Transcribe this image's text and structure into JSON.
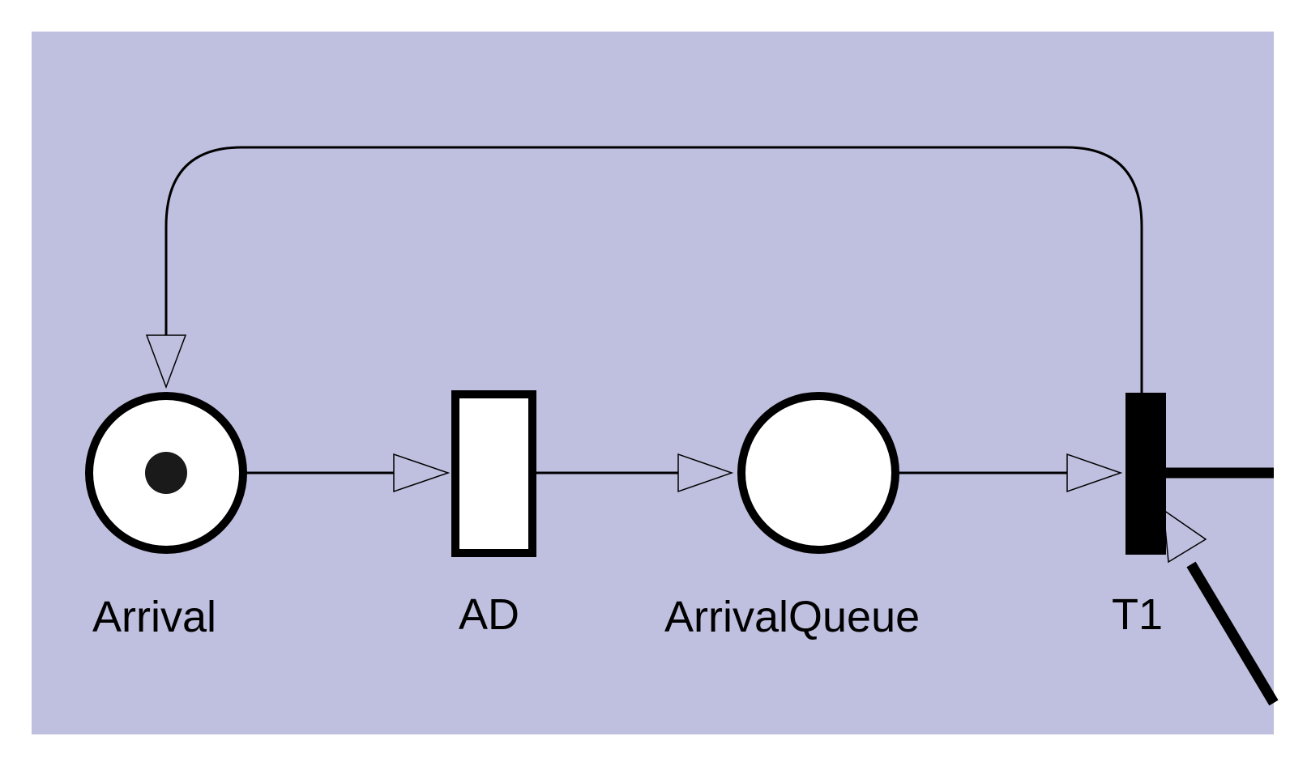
{
  "diagram": {
    "type": "petri-net",
    "colors": {
      "background": "#bfbfdf",
      "page": "#ffffff",
      "stroke": "#000000",
      "node_fill": "#ffffff",
      "token": "#1a1a1a",
      "timed_transition_fill": "#ffffff",
      "immediate_transition_fill": "#000000",
      "arrowhead_fill": "#bfbfdf"
    },
    "places": [
      {
        "id": "arrival",
        "label": "Arrival",
        "tokens": 1
      },
      {
        "id": "arrival-queue",
        "label": "ArrivalQueue",
        "tokens": 0
      }
    ],
    "transitions": [
      {
        "id": "ad",
        "label": "AD",
        "kind": "timed"
      },
      {
        "id": "t1",
        "label": "T1",
        "kind": "immediate"
      }
    ],
    "arcs": [
      {
        "from": "Arrival",
        "to": "AD"
      },
      {
        "from": "AD",
        "to": "ArrivalQueue"
      },
      {
        "from": "ArrivalQueue",
        "to": "T1"
      },
      {
        "from": "T1",
        "to": "Arrival"
      }
    ]
  }
}
